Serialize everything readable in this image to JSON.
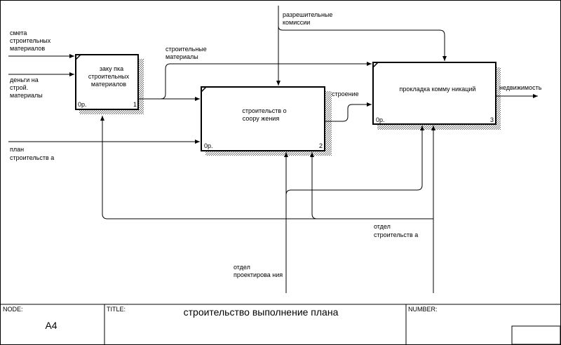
{
  "boxes": {
    "b1": {
      "line1": "заку пка",
      "line2": "строительных",
      "line3": "материалов",
      "cost": "0р.",
      "num": "1"
    },
    "b2": {
      "line1": "строительств о",
      "line2": "соору жения",
      "cost": "0р.",
      "num": "2"
    },
    "b3": {
      "line1": "прокладка комму никаций",
      "cost": "0р.",
      "num": "3"
    }
  },
  "arrows": {
    "smeta": [
      "смета",
      "строительных",
      "материалов"
    ],
    "dengi": [
      "деньги на",
      "строй.",
      "материалы"
    ],
    "plan": [
      "план",
      "строительств а"
    ],
    "build_mat": [
      "строительные",
      "материалы"
    ],
    "permit": [
      "разрешительные",
      "комиссии"
    ],
    "structure": [
      "строение"
    ],
    "realty": [
      "недвижимость"
    ],
    "dept_build": [
      "отдел",
      "строительств а"
    ],
    "dept_design": [
      "отдел",
      "проектирова ния"
    ]
  },
  "footer": {
    "node_label": "NODE:",
    "node_value": "A4",
    "title_label": "TITLE:",
    "title_value": "строительство выполнение плана",
    "number_label": "NUMBER:"
  }
}
